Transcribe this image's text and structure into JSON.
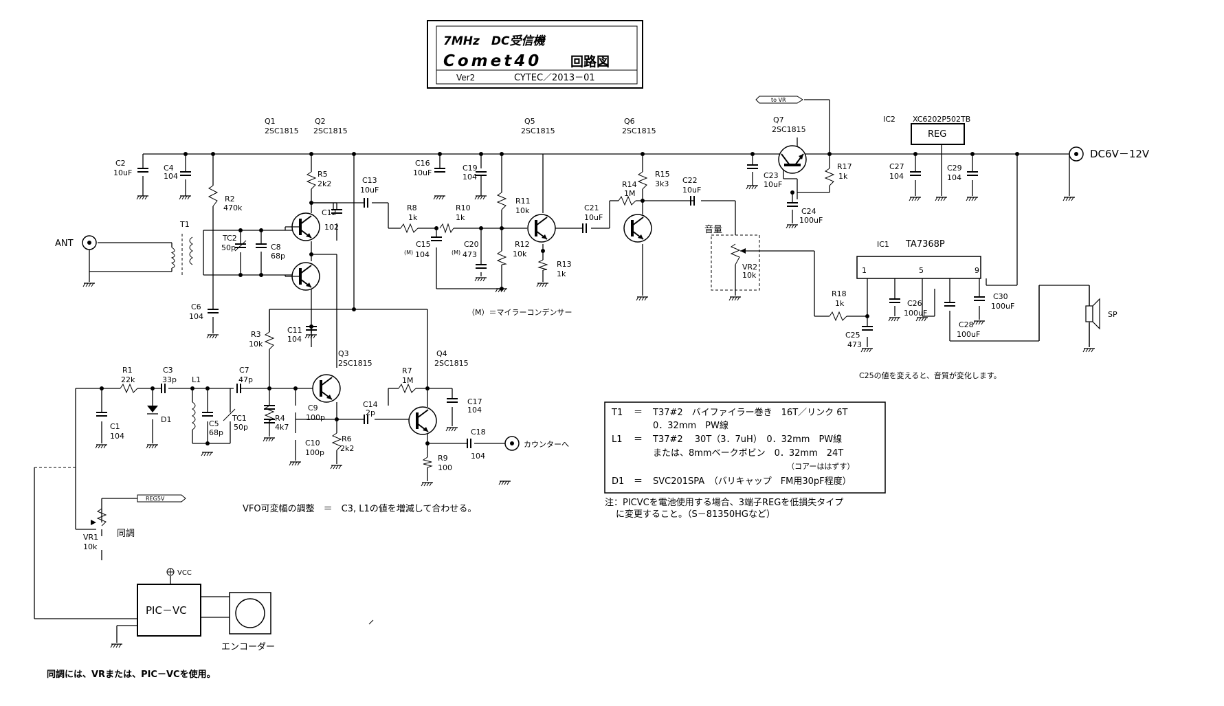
{
  "title_block": {
    "line1": "7MHz　DC受信機",
    "line2a": "Comet40",
    "line2b": "回路図",
    "version": "Ver2",
    "maker": "CYTEC／2013－01"
  },
  "components": {
    "Q1": {
      "ref": "Q1",
      "value": "2SC1815"
    },
    "Q2": {
      "ref": "Q2",
      "value": "2SC1815"
    },
    "Q3": {
      "ref": "Q3",
      "value": "2SC1815"
    },
    "Q4": {
      "ref": "Q4",
      "value": "2SC1815"
    },
    "Q5": {
      "ref": "Q5",
      "value": "2SC1815"
    },
    "Q6": {
      "ref": "Q6",
      "value": "2SC1815"
    },
    "Q7": {
      "ref": "Q7",
      "value": "2SC1815"
    },
    "IC1": {
      "ref": "IC1",
      "value": "TA7368P",
      "pin1": "1",
      "pin5": "5",
      "pin9": "9"
    },
    "IC2": {
      "ref": "IC2",
      "value": "XC6202P502TB",
      "body": "REG"
    },
    "C1": {
      "ref": "C1",
      "value": "104"
    },
    "C2": {
      "ref": "C2",
      "value": "10uF"
    },
    "C3": {
      "ref": "C3",
      "value": "33p"
    },
    "C4": {
      "ref": "C4",
      "value": "104"
    },
    "C5": {
      "ref": "C5",
      "value": "68p"
    },
    "C6": {
      "ref": "C6",
      "value": "104"
    },
    "C7": {
      "ref": "C7",
      "value": "47p"
    },
    "C8": {
      "ref": "C8",
      "value": "68p"
    },
    "C9": {
      "ref": "C9",
      "value": "100p"
    },
    "C10": {
      "ref": "C10",
      "value": "100p"
    },
    "C11": {
      "ref": "C11",
      "value": "104"
    },
    "C12": {
      "ref": "C12",
      "value": "102"
    },
    "C13": {
      "ref": "C13",
      "value": "10uF"
    },
    "C14": {
      "ref": "C14",
      "value": "2p"
    },
    "C15": {
      "ref": "C15",
      "value": "104",
      "mark": "(M)"
    },
    "C16": {
      "ref": "C16",
      "value": "10uF"
    },
    "C17": {
      "ref": "C17",
      "value": "104"
    },
    "C18": {
      "ref": "C18",
      "value": "104"
    },
    "C19": {
      "ref": "C19",
      "value": "104"
    },
    "C20": {
      "ref": "C20",
      "value": "473",
      "mark": "(M)"
    },
    "C21": {
      "ref": "C21",
      "value": "10uF"
    },
    "C22": {
      "ref": "C22",
      "value": "10uF"
    },
    "C23": {
      "ref": "C23",
      "value": "10uF"
    },
    "C24": {
      "ref": "C24",
      "value": "100uF"
    },
    "C25": {
      "ref": "C25",
      "value": "473"
    },
    "C26": {
      "ref": "C26",
      "value": "100uF"
    },
    "C27": {
      "ref": "C27",
      "value": "104"
    },
    "C28": {
      "ref": "C28",
      "value": "100uF"
    },
    "C29": {
      "ref": "C29",
      "value": "104"
    },
    "C30": {
      "ref": "C30",
      "value": "100uF"
    },
    "R1": {
      "ref": "R1",
      "value": "22k"
    },
    "R2": {
      "ref": "R2",
      "value": "470k"
    },
    "R3": {
      "ref": "R3",
      "value": "10k"
    },
    "R4": {
      "ref": "R4",
      "value": "4k7"
    },
    "R5": {
      "ref": "R5",
      "value": "2k2"
    },
    "R6": {
      "ref": "R6",
      "value": "2k2"
    },
    "R7": {
      "ref": "R7",
      "value": "1M"
    },
    "R8": {
      "ref": "R8",
      "value": "1k"
    },
    "R9": {
      "ref": "R9",
      "value": "100"
    },
    "R10": {
      "ref": "R10",
      "value": "1k"
    },
    "R11": {
      "ref": "R11",
      "value": "10k"
    },
    "R12": {
      "ref": "R12",
      "value": "10k"
    },
    "R13": {
      "ref": "R13",
      "value": "1k"
    },
    "R14": {
      "ref": "R14",
      "value": "1M"
    },
    "R15": {
      "ref": "R15",
      "value": "3k3"
    },
    "R17": {
      "ref": "R17",
      "value": "1k"
    },
    "R18": {
      "ref": "R18",
      "value": "1k"
    },
    "TC1": {
      "ref": "TC1",
      "value": "50p"
    },
    "TC2": {
      "ref": "TC2",
      "value": "50p"
    },
    "T1": {
      "ref": "T1"
    },
    "L1": {
      "ref": "L1"
    },
    "D1": {
      "ref": "D1"
    },
    "VR1": {
      "ref": "VR1",
      "value": "10k",
      "name": "同調"
    },
    "VR2": {
      "ref": "VR2",
      "value": "10k",
      "name": "音量"
    }
  },
  "ports": {
    "ant": "ANT",
    "power": "DC6V－12V",
    "to_vr": "to VR",
    "reg5v": "REG5V",
    "counter": "カウンターへ",
    "sp": "SP",
    "vcc": "VCC",
    "pic": "PIC－VC",
    "encoder": "エンコーダー"
  },
  "notes": {
    "mylar": "（M）＝マイラーコンデンサー",
    "c25": "C25の値を変えると、音質が変化します。",
    "vfo": "VFO可変幅の調整　＝　C3, L1の値を増減して合わせる。",
    "tuning": "同調には、VRまたは、PIC－VCを使用。",
    "pic_note1": "注：PICVCを電池使用する場合、3端子REGを低損失タイプ",
    "pic_note2": "に変更すること。（S－81350HGなど）"
  },
  "spec_table": {
    "rows": [
      {
        "ref": "T1",
        "eq": "＝",
        "text": "T37#2　バイファイラー巻き　16T／リンク 6T"
      },
      {
        "ref": "",
        "eq": "",
        "text": "0．32mm　PW線"
      },
      {
        "ref": "L1",
        "eq": "＝",
        "text": "T37#2　 30T（3．7uH）　0．32mm　PW線"
      },
      {
        "ref": "",
        "eq": "",
        "text": "または、8mmベークボビン　0．32mm　24T"
      },
      {
        "ref": "",
        "eq": "",
        "text": "（コアーははずす）"
      },
      {
        "ref": "D1",
        "eq": "＝",
        "text": "SVC201SPA　（バリキャップ　FM用30pF程度）"
      }
    ]
  }
}
